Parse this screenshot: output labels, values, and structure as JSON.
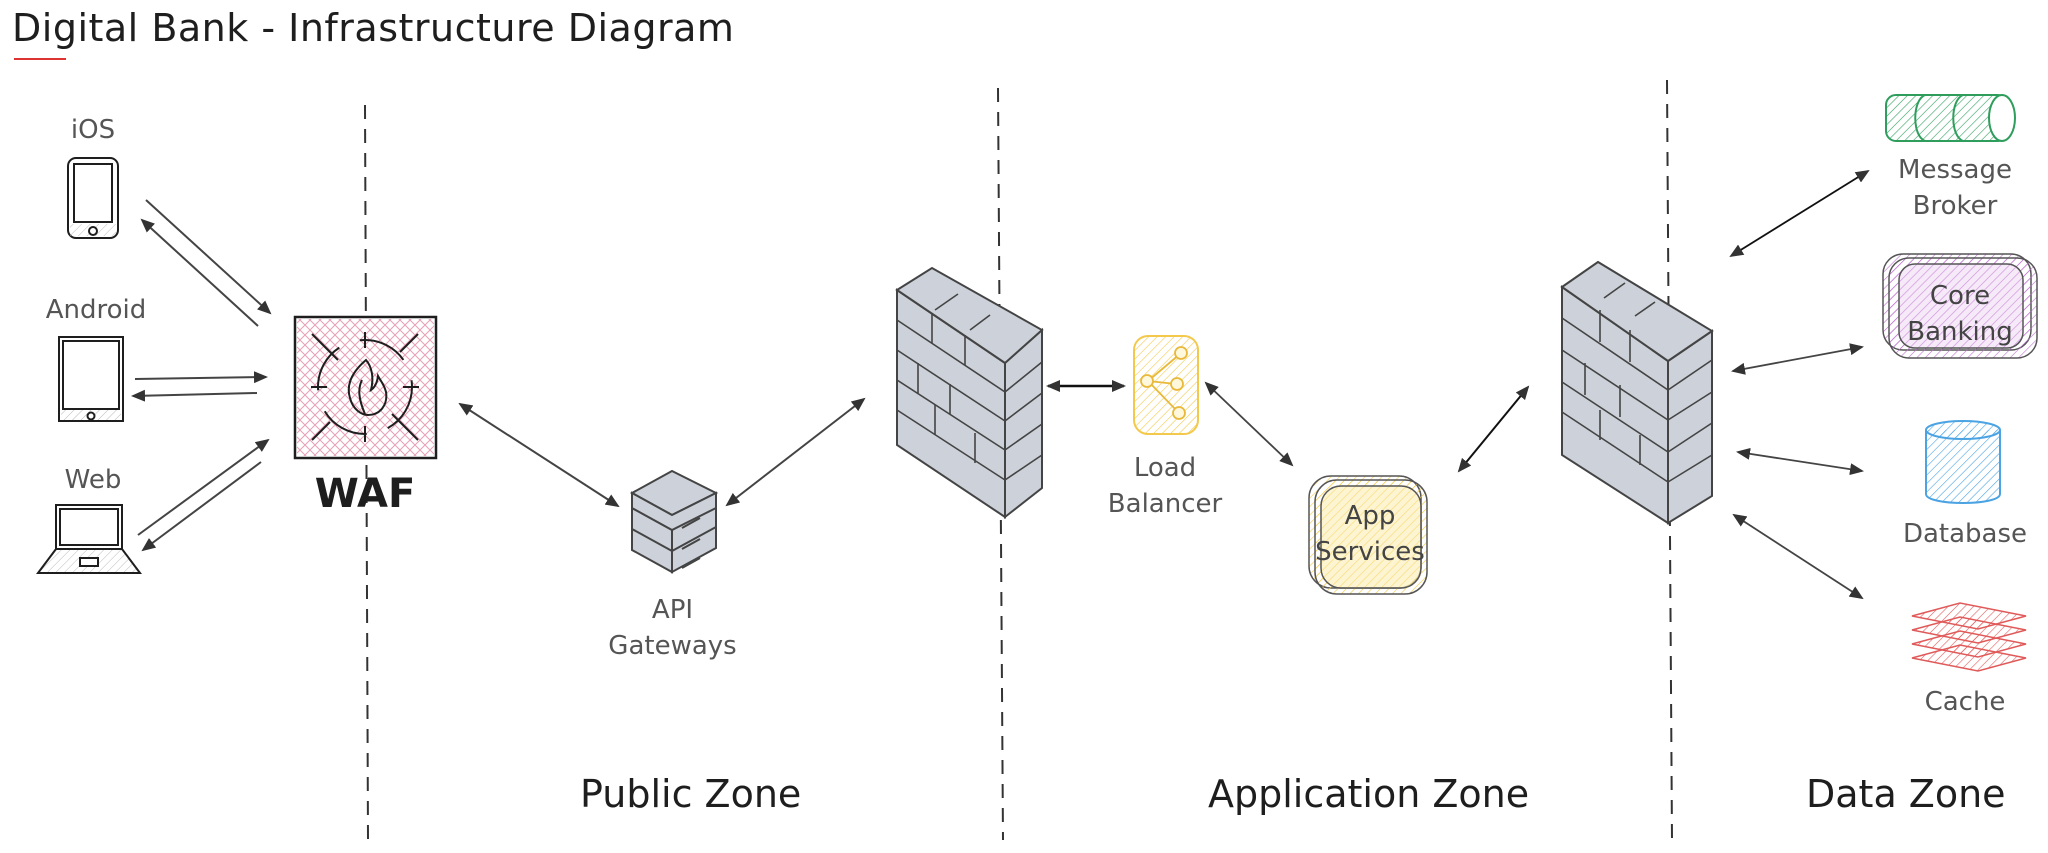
{
  "diagram": {
    "title": "Digital Bank - Infrastructure Diagram",
    "zones": {
      "public": "Public Zone",
      "application": "Application Zone",
      "data": "Data Zone"
    },
    "clients": {
      "ios": "iOS",
      "android": "Android",
      "web": "Web"
    },
    "nodes": {
      "waf": "WAF",
      "api_gateways": "API\nGateways",
      "load_balancer": "Load\nBalancer",
      "app_services": "App\nServices",
      "message_broker": "Message\nBroker",
      "core_banking": "Core\nBanking",
      "database": "Database",
      "cache": "Cache"
    },
    "colors": {
      "waf_fill": "#f3b7c6",
      "load_balancer": "#f2c94c",
      "app_services": "#f2d56b",
      "message_broker": "#2f9e5d",
      "core_banking": "#be6fd0",
      "database": "#4ba3e3",
      "cache": "#e05a5a",
      "firewall": "#cdd2da"
    },
    "connections": [
      {
        "from": "iOS",
        "to": "WAF",
        "type": "bidirectional-pair"
      },
      {
        "from": "Android",
        "to": "WAF",
        "type": "bidirectional-pair"
      },
      {
        "from": "Web",
        "to": "WAF",
        "type": "bidirectional-pair"
      },
      {
        "from": "WAF",
        "to": "API Gateways",
        "type": "bidirectional"
      },
      {
        "from": "API Gateways",
        "to": "Firewall 1",
        "type": "bidirectional"
      },
      {
        "from": "Firewall 1",
        "to": "Load Balancer",
        "type": "bidirectional"
      },
      {
        "from": "Load Balancer",
        "to": "App Services",
        "type": "bidirectional"
      },
      {
        "from": "App Services",
        "to": "Firewall 2",
        "type": "bidirectional"
      },
      {
        "from": "Firewall 2",
        "to": "Message Broker",
        "type": "bidirectional"
      },
      {
        "from": "Firewall 2",
        "to": "Core Banking",
        "type": "bidirectional"
      },
      {
        "from": "Firewall 2",
        "to": "Database",
        "type": "bidirectional"
      },
      {
        "from": "Firewall 2",
        "to": "Cache",
        "type": "bidirectional"
      }
    ]
  }
}
